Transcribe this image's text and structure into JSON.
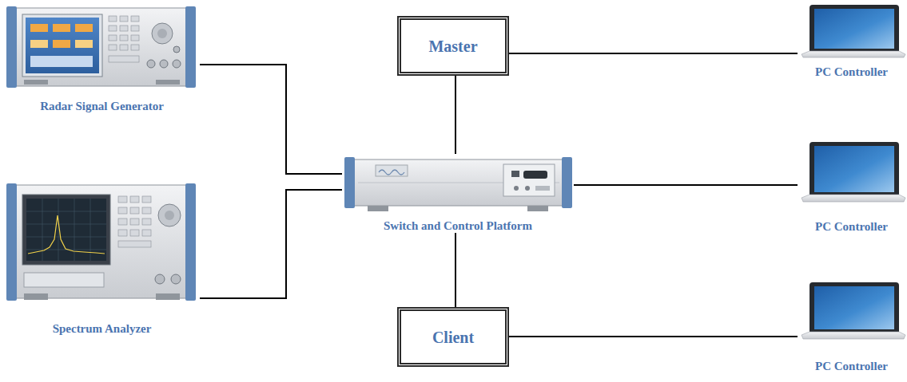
{
  "diagram": {
    "nodes": [
      {
        "text": [
          "Radar Signal Generator"
        ]
      },
      {
        "text": [
          "Spectrum Analyzer"
        ]
      },
      {
        "text": [
          "Master"
        ]
      },
      {
        "text": [
          "Switch and Control Platform"
        ]
      },
      {
        "text": [
          "Client"
        ]
      },
      {
        "text": [
          "PC Controller"
        ]
      },
      {
        "text": [
          "PC Controller"
        ]
      },
      {
        "text": [
          "PC Controller"
        ]
      }
    ],
    "edges": [
      {
        "from": 0,
        "to": 3,
        "arrow": "none"
      },
      {
        "from": 1,
        "to": 3,
        "arrow": "none"
      },
      {
        "from": 2,
        "to": 3,
        "arrow": "none"
      },
      {
        "from": 3,
        "to": 4,
        "arrow": "none"
      },
      {
        "from": 2,
        "to": 5,
        "arrow": "none"
      },
      {
        "from": 3,
        "to": 6,
        "arrow": "none"
      },
      {
        "from": 4,
        "to": 7,
        "arrow": "none"
      }
    ]
  }
}
